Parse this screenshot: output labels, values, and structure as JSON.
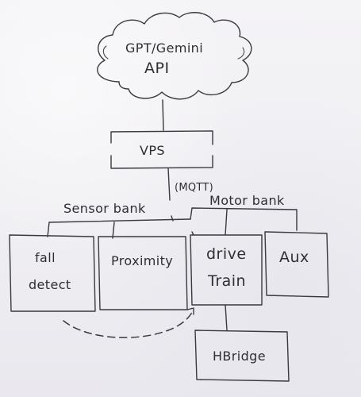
{
  "diagram": {
    "cloud": {
      "line1": "GPT/Gemini",
      "line2": "API"
    },
    "vps": {
      "label": "VPS"
    },
    "protocol": {
      "label": "(MQTT)"
    },
    "banks": {
      "sensor": "Sensor bank",
      "motor": "Motor bank"
    },
    "boxes": {
      "fall_detect": {
        "line1": "fall",
        "line2": "detect"
      },
      "proximity": {
        "label": "Proximity"
      },
      "drive_train": {
        "line1": "drive",
        "line2": "Train"
      },
      "aux": {
        "label": "Aux"
      },
      "hbridge": {
        "label": "HBridge"
      }
    }
  }
}
